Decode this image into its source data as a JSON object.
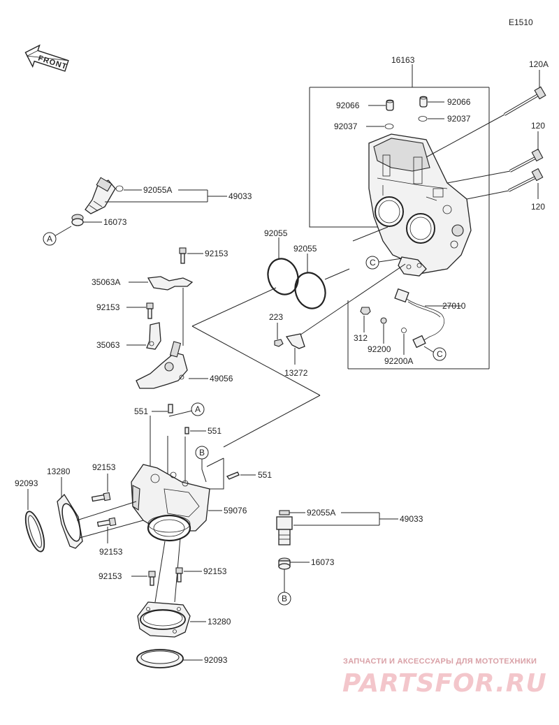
{
  "diagram": {
    "code": "E1510",
    "front_label": "FRONT",
    "labels": {
      "p16163": "16163",
      "p120A": "120A",
      "p120_top": "120",
      "p120_bot": "120",
      "p92066_l": "92066",
      "p92066_r": "92066",
      "p92037_l": "92037",
      "p92037_r": "92037",
      "p92055A_top": "92055A",
      "p49033_top": "49033",
      "p16073_top": "16073",
      "p92153_a": "92153",
      "p35063A": "35063A",
      "p92153_b": "92153",
      "p35063": "35063",
      "p49056": "49056",
      "p551_a": "551",
      "p551_b": "551",
      "p551_c": "551",
      "p92055_l": "92055",
      "p92055_r": "92055",
      "p27010": "27010",
      "p223": "223",
      "p312": "312",
      "p92200": "92200",
      "p92200A": "92200A",
      "p13272": "13272",
      "p13280_top": "13280",
      "p92093_top": "92093",
      "p92153_c": "92153",
      "p92153_d": "92153",
      "p59076": "59076",
      "p92055A_bot": "92055A",
      "p49033_bot": "49033",
      "p16073_bot": "16073",
      "p92153_e": "92153",
      "p92153_f": "92153",
      "p13280_bot": "13280",
      "p92093_bot": "92093"
    },
    "callouts": {
      "a1": "A",
      "a2": "A",
      "b1": "B",
      "b2": "B",
      "c1": "C",
      "c2": "C"
    }
  },
  "watermark": {
    "line1": "ЗАПЧАСТИ И АКСЕССУАРЫ ДЛЯ МОТОТЕХНИКИ",
    "line2": "PARTSFOR.RU",
    "color": "#e8a0a8"
  }
}
